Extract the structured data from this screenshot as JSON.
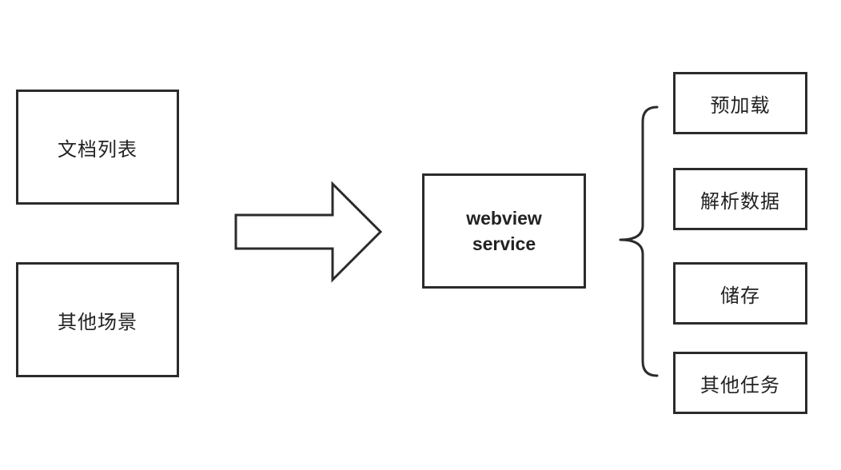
{
  "sources": {
    "doc_list": "文档列表",
    "other_scenes": "其他场景"
  },
  "service": {
    "label": "webview\nservice"
  },
  "tasks": [
    "预加载",
    "解析数据",
    "储存",
    "其他任务"
  ],
  "colors": {
    "stroke": "#2b2b2b",
    "background": "#ffffff",
    "text": "#222222"
  }
}
